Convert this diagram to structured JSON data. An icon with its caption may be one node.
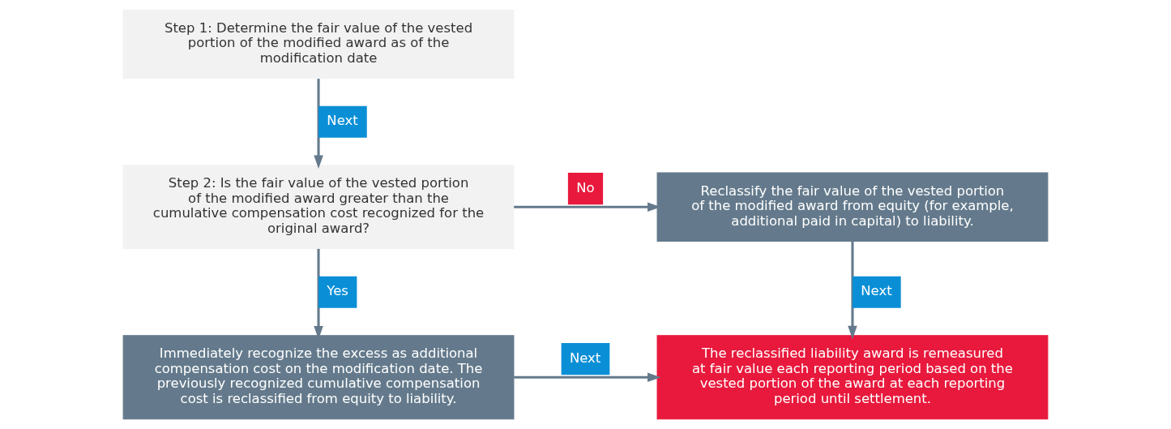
{
  "diagram": {
    "nodes": [
      {
        "text": [
          "Step 1: Determine the fair value of the vested portion of the modified award as of the modification date"
        ]
      },
      {
        "text": [
          "Step 2: Is the fair value of the vested portion of the modified award greater than the cumulative compensation cost recognized for the original award?"
        ]
      },
      {
        "text": [
          "Reclassify the fair value of the vested portion of the modified award from equity (for example, additional paid in capital) to liability."
        ]
      },
      {
        "text": [
          "Immediately recognize the excess as additional compensation cost on the modification date. The previously recognized cumulative compensation cost is reclassified from equity to liability."
        ]
      },
      {
        "text": [
          "The reclassified liability award is remeasured at fair value each reporting period based on the vested portion of the award at each reporting period until settlement."
        ]
      }
    ],
    "edges": [
      {
        "from": 0,
        "to": 1,
        "arrow": "to",
        "label": "Next"
      },
      {
        "from": 1,
        "to": 2,
        "arrow": "to",
        "label": "No"
      },
      {
        "from": 1,
        "to": 3,
        "arrow": "to",
        "label": "Yes"
      },
      {
        "from": 2,
        "to": 4,
        "arrow": "to",
        "label": "Next"
      },
      {
        "from": 3,
        "to": 4,
        "arrow": "to",
        "label": "Next"
      }
    ]
  }
}
